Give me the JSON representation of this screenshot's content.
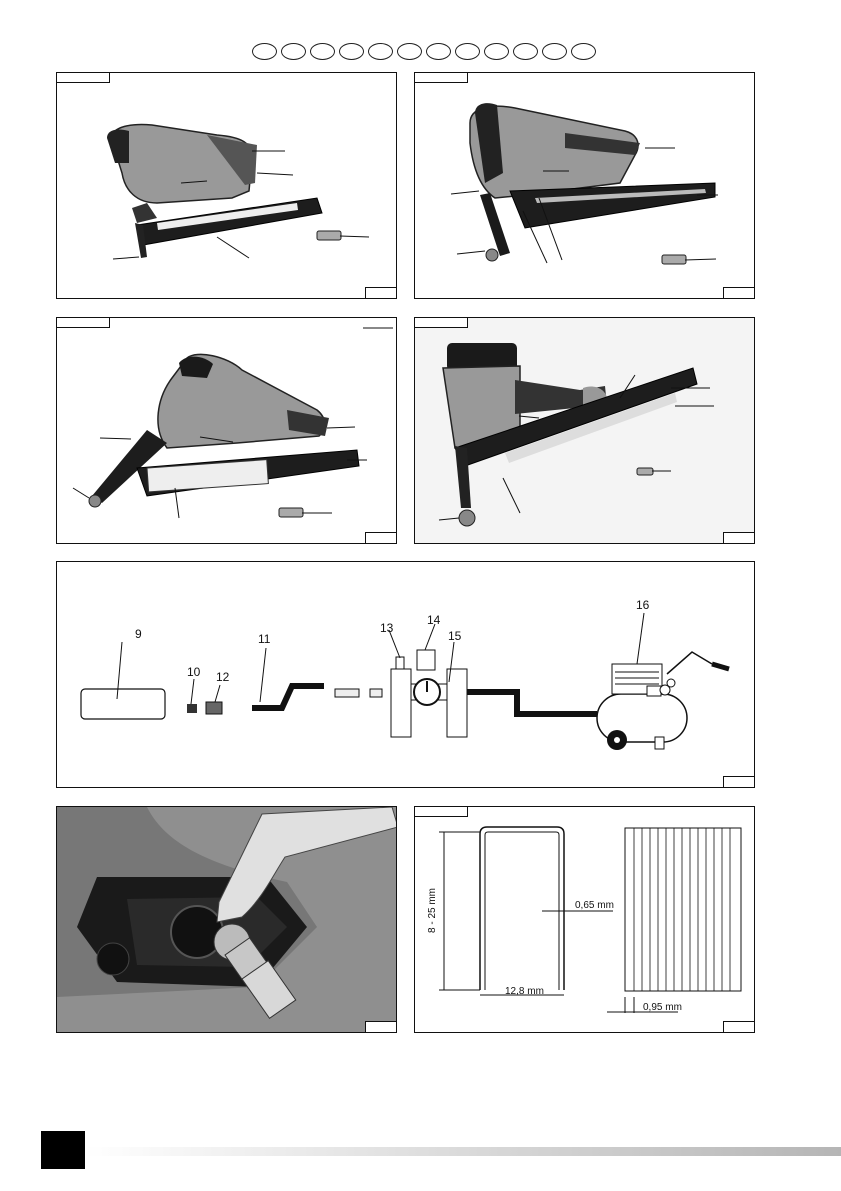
{
  "language_ovals": 12,
  "figures": {
    "system": {
      "labels": [
        "9",
        "10",
        "12",
        "11",
        "13",
        "14",
        "15",
        "16"
      ]
    },
    "staple": {
      "height_label": "8 - 25 mm",
      "wire_label": "0,65 mm",
      "width_label": "12,8 mm",
      "thickness_label": "0,95 mm"
    }
  }
}
